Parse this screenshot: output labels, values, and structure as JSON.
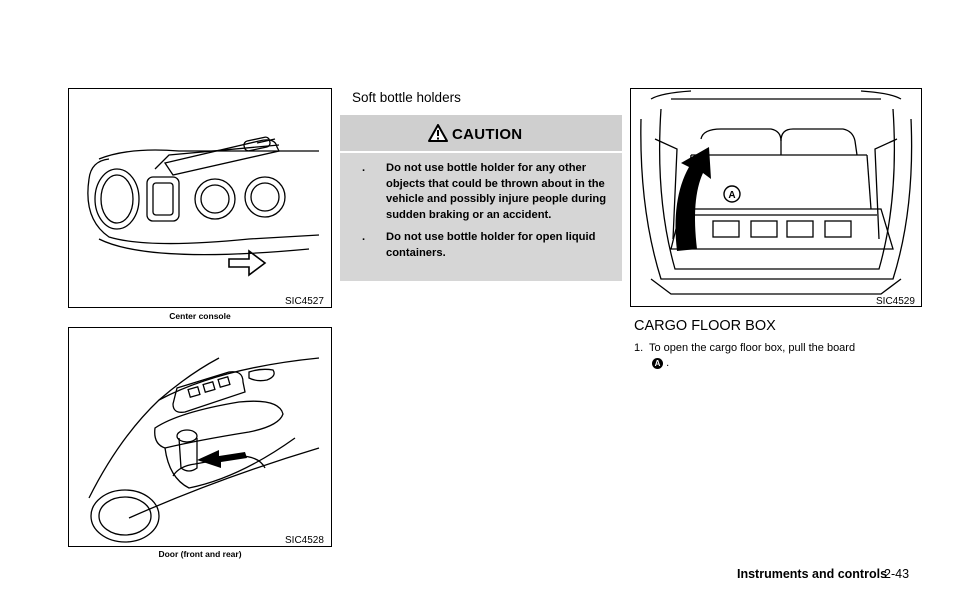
{
  "figures": {
    "center_console": {
      "code": "SIC4527",
      "caption": "Center console"
    },
    "door": {
      "code": "SIC4528",
      "caption": "Door (front and rear)"
    },
    "cargo": {
      "code": "SIC4529",
      "marker": "A"
    }
  },
  "soft_bottle": {
    "heading": "Soft bottle holders",
    "caution_title": "CAUTION",
    "bullet": ".",
    "items": [
      "Do not use bottle holder for any other objects that could be thrown about in the vehicle and possibly injure people during sudden braking or an accident.",
      "Do not use bottle holder for open liquid containers."
    ]
  },
  "cargo_box": {
    "heading": "CARGO FLOOR BOX",
    "step_number": "1.",
    "step_text": "To open the cargo floor box, pull the board",
    "marker": "A",
    "step_end": "."
  },
  "footer": {
    "section": "Instruments and controls",
    "page": "2-43"
  }
}
